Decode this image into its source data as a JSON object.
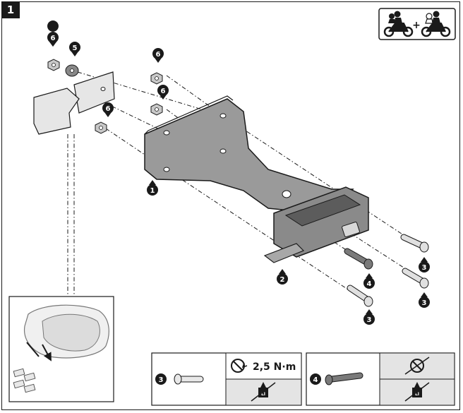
{
  "step": "1",
  "callouts": {
    "c1": "1",
    "c2": "2",
    "c3a": "3",
    "c3b": "3",
    "c3c": "3",
    "c4": "4",
    "c5": "5",
    "c6a": "6",
    "c6b": "6",
    "c6c": "6",
    "c6d": "6"
  },
  "legend": {
    "box1": {
      "part": "3",
      "torque": "2,5 N·m",
      "li_label": "LI"
    },
    "box2": {
      "part": "4",
      "li_label": "LI"
    }
  },
  "icons": {
    "rider_config": "rider-plus-passenger-icon",
    "torque": "torque-wrench-icon",
    "no_threadlock": "no-threadlock-icon",
    "no_torque": "no-torque-icon"
  }
}
